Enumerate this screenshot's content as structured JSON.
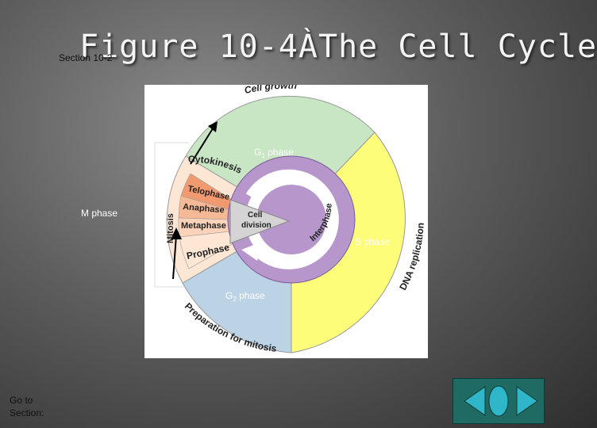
{
  "title": "Figure 10-4ÀThe Cell Cycle",
  "section_label": "Section 10-2",
  "diagram": {
    "cell_growth": "Cell growth",
    "g1_phase": "G",
    "g1_sub": "1",
    "g1_suffix": " phase",
    "cytokinesis": "Cytokinesis",
    "telophase": "Telophase",
    "anaphase": "Anaphase",
    "metaphase": "Metaphase",
    "prophase": "Prophase",
    "mitosis": "Mitosis",
    "cell_division_1": "Cell",
    "cell_division_2": "division",
    "interphase": "Interphase",
    "m_phase": "M phase",
    "s_phase": "S phase",
    "dna_replication": "DNA replication",
    "g2_phase": "G",
    "g2_sub": "2",
    "g2_suffix": "  phase",
    "prep_mitosis": "Preparation for mitosis"
  },
  "go_to": {
    "line1": "Go to",
    "line2": "Section:"
  },
  "colors": {
    "g1": "#c8e5c4",
    "s": "#fefd7a",
    "g2": "#bcd3e6",
    "interphase_ring": "#b796cc",
    "division": "#d4d4d4",
    "nav_bg": "#1f6b63",
    "nav_arrow": "#2fb6c9"
  }
}
